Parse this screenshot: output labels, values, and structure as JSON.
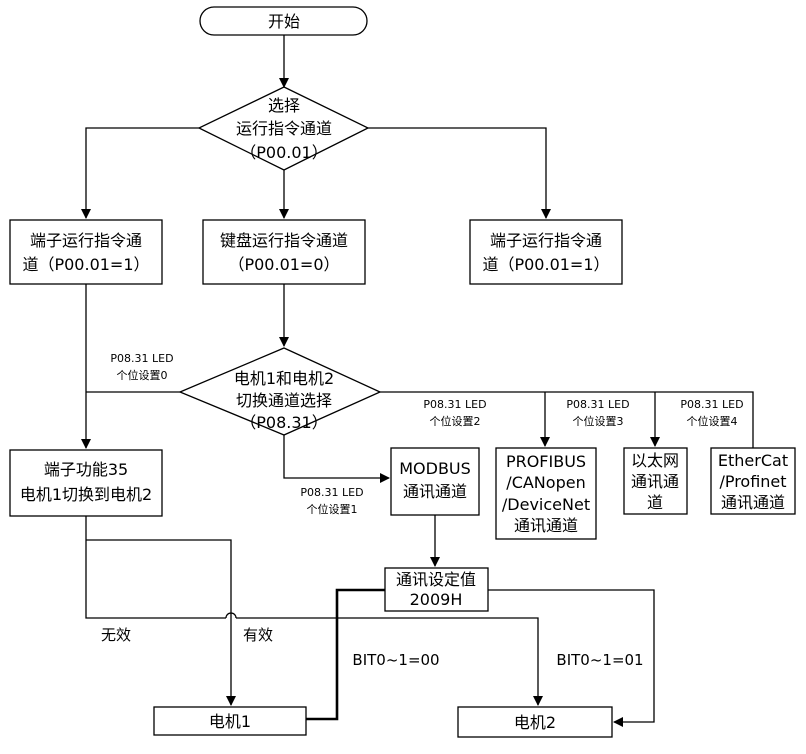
{
  "nodes": {
    "start": "开始",
    "select_channel": [
      "选择",
      "运行指令通道",
      "（P00.01）"
    ],
    "terminal_left": [
      "端子运行指令通",
      "道（P00.01=1）"
    ],
    "keypad": [
      "键盘运行指令通道",
      "（P00.01=0）"
    ],
    "terminal_right": [
      "端子运行指令通",
      "道（P00.01=1）"
    ],
    "motor_switch": [
      "电机1和电机2",
      "切换通道选择",
      "（P08.31）"
    ],
    "terminal_func": [
      "端子功能35",
      "电机1切换到电机2"
    ],
    "modbus": [
      "MODBUS",
      "通讯通道"
    ],
    "profibus": [
      "PROFIBUS",
      "/CANopen",
      "/DeviceNet",
      "通讯通道"
    ],
    "ethernet": [
      "以太网",
      "通讯通",
      "道"
    ],
    "ethercat": [
      "EtherCat",
      "/Profinet",
      "通讯通道"
    ],
    "comm_setting": [
      "通讯设定值",
      "2009H"
    ],
    "motor1": "电机1",
    "motor2": "电机2"
  },
  "edge_labels": {
    "led0": [
      "P08.31 LED",
      "个位设置0"
    ],
    "led1": [
      "P08.31 LED",
      "个位设置1"
    ],
    "led2": [
      "P08.31 LED",
      "个位设置2"
    ],
    "led3": [
      "P08.31 LED",
      "个位设置3"
    ],
    "led4": [
      "P08.31 LED",
      "个位设置4"
    ],
    "invalid": "无效",
    "valid": "有效",
    "bit00": "BIT0~1=00",
    "bit01": "BIT0~1=01"
  }
}
